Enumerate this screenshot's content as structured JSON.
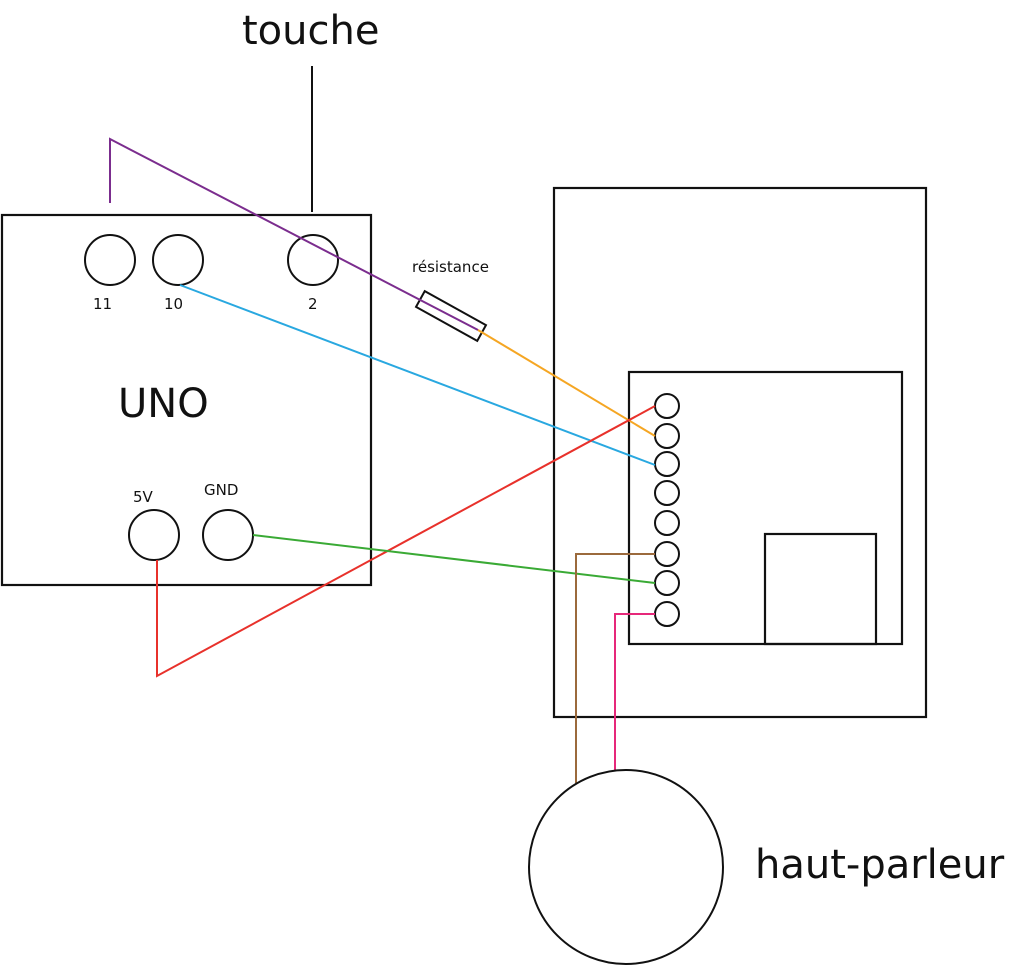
{
  "labels": {
    "button": "touche",
    "resistor": "résistance",
    "board": "UNO",
    "speaker": "haut-parleur",
    "pin_11": "11",
    "pin_10": "10",
    "pin_2": "2",
    "pin_5v": "5V",
    "pin_gnd": "GND"
  },
  "module": {
    "pin_count": 8
  },
  "wires": [
    {
      "name": "purple-wire",
      "from": "pin 11",
      "to": "résistance",
      "color": "#7b2d8e"
    },
    {
      "name": "orange-wire",
      "from": "résistance",
      "to": "module pin 2",
      "color": "#f5a623"
    },
    {
      "name": "blue-wire",
      "from": "pin 10",
      "to": "module pin 3",
      "color": "#29a8e0"
    },
    {
      "name": "red-wire",
      "from": "5V",
      "to": "module pin 1",
      "color": "#e8312b"
    },
    {
      "name": "green-wire",
      "from": "GND",
      "to": "module pin 7",
      "color": "#3aaa35"
    },
    {
      "name": "brown-wire",
      "from": "module pin 6",
      "to": "haut-parleur",
      "color": "#9b6a3c"
    },
    {
      "name": "pink-wire",
      "from": "module pin 8",
      "to": "haut-parleur",
      "color": "#e6287a"
    },
    {
      "name": "black-wire",
      "from": "touche",
      "to": "pin 2",
      "color": "#111111"
    }
  ]
}
